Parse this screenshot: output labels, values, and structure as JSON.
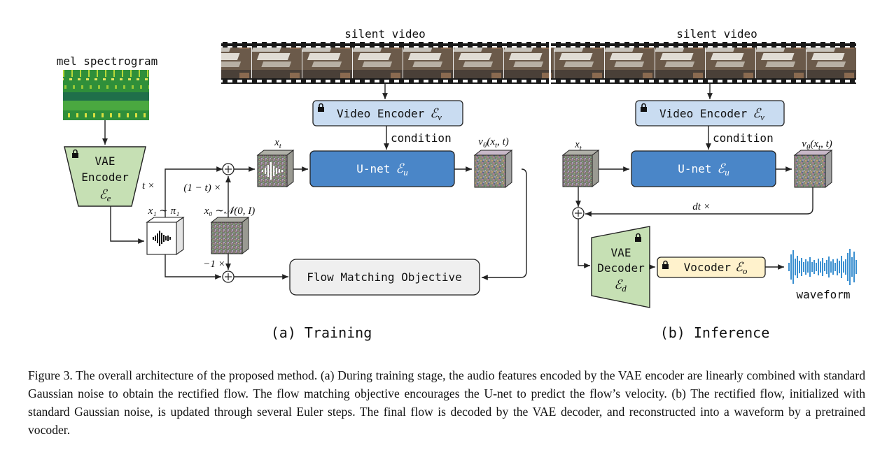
{
  "training": {
    "subtitle": "(a) Training",
    "film_label": "silent video",
    "spectrogram_label": "mel spectrogram",
    "vae_encoder": {
      "line1": "VAE",
      "line2": "Encoder",
      "symbol": "ℰ",
      "sub": "e"
    },
    "video_encoder": {
      "text": "Video Encoder",
      "symbol": "ℰ",
      "sub": "v"
    },
    "condition": "condition",
    "unet": {
      "text": "U-net",
      "symbol": "ℰ",
      "sub": "u"
    },
    "xt_label": "x",
    "xt_sub": "t",
    "velocity_label": "v",
    "velocity_sub": "θ",
    "velocity_args": "(x",
    "velocity_args_sub": "t",
    "velocity_args_end": ", t)",
    "t_times": "t ×",
    "one_minus_t": "(1 − t) ×",
    "x1_label": "x₁ ∼ π₁",
    "x0_label": "x₀ ∼𝒩(0, I)",
    "minus_one": "−1 ×",
    "flow_matching": "Flow Matching Objective"
  },
  "inference": {
    "subtitle": "(b) Inference",
    "film_label": "silent video",
    "video_encoder": {
      "text": "Video Encoder",
      "symbol": "ℰ",
      "sub": "v"
    },
    "condition": "condition",
    "unet": {
      "text": "U-net",
      "symbol": "ℰ",
      "sub": "u"
    },
    "xt_label": "x",
    "xt_sub": "t",
    "velocity_label": "v",
    "velocity_sub": "θ",
    "velocity_args": "(x",
    "velocity_args_sub": "t",
    "velocity_args_end": ", t)",
    "dt_times": "dt ×",
    "vae_decoder": {
      "line1": "VAE",
      "line2": "Decoder",
      "symbol": "ℰ",
      "sub": "d"
    },
    "vocoder": {
      "text": "Vocoder",
      "symbol": "ℰ",
      "sub": "o"
    },
    "waveform_label": "waveform"
  },
  "caption": {
    "label": "Figure 3.",
    "text": "The overall architecture of the proposed method. (a) During training stage, the audio features encoded by the VAE encoder are linearly combined with standard Gaussian noise to obtain the rectified flow. The flow matching objective encourages the U-net to predict the flow’s velocity. (b) The rectified flow, initialized with standard Gaussian noise, is updated through several Euler steps. The final flow is decoded by the VAE decoder, and reconstructed into a waveform by a pretrained vocoder."
  },
  "colors": {
    "blue_box": "#4a86c8",
    "light_blue_box": "#c9dcf1",
    "green_box": "#c6e0b4",
    "vocoder_box": "#fff2cc",
    "objective_box": "#efefef",
    "waveform": "#3a8fd0",
    "stroke": "#222222"
  },
  "icons": [
    "lock-icon",
    "noise-cube-icon",
    "waveform-icon",
    "film-strip-icon",
    "spectrogram-icon"
  ]
}
